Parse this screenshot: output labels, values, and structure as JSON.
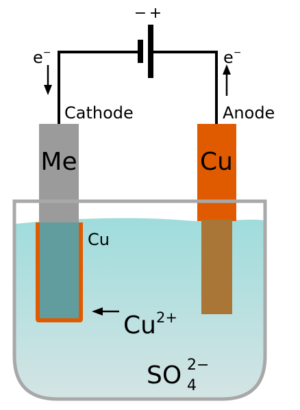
{
  "battery": {
    "minus_label": "−",
    "plus_label": "+"
  },
  "cathode": {
    "electron_label": "e",
    "electron_superscript": "−",
    "name": "Cathode",
    "electrode_label": "Me",
    "deposit_label": "Cu"
  },
  "anode": {
    "electron_label": "e",
    "electron_superscript": "−",
    "name": "Anode",
    "electrode_label": "Cu"
  },
  "solution": {
    "cation_label": "Cu",
    "cation_charge": "2+",
    "anion_label": "SO",
    "anion_subscript": "4",
    "anion_charge": "2−"
  },
  "colors": {
    "wire": "#000000",
    "cathode_metal": "#9b9b9b",
    "copper": "#e05a00",
    "solution_top": "#9fdcdc",
    "solution_bottom": "#d4e4e4",
    "vessel_outline": "#a8a8a8"
  }
}
